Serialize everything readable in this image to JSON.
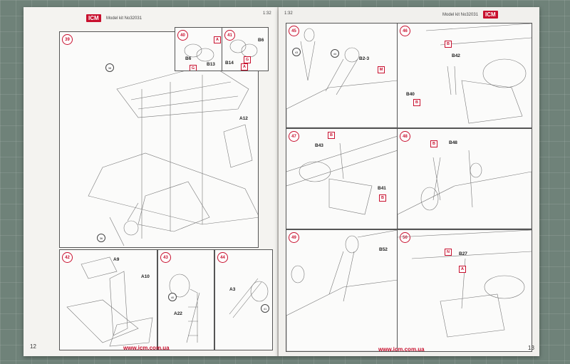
{
  "left_page": {
    "logo": "ICM",
    "model_kit": "Model kit No32031",
    "scale": "1:32",
    "page_number": "12",
    "url": "www.icm.com.ua",
    "steps": [
      {
        "num": "39",
        "labels": [
          "A12"
        ],
        "refs": [
          "38",
          "36"
        ]
      },
      {
        "num": "40",
        "labels": [
          "B6",
          "B13"
        ],
        "tags": [
          "A",
          "G"
        ]
      },
      {
        "num": "41",
        "labels": [
          "B6",
          "B14"
        ],
        "tags": [
          "G",
          "A"
        ]
      },
      {
        "num": "42",
        "labels": [
          "A9",
          "A10"
        ]
      },
      {
        "num": "43",
        "labels": [
          "A22"
        ],
        "refs": [
          "40"
        ]
      },
      {
        "num": "44",
        "labels": [
          "A3"
        ],
        "refs": [
          "41"
        ]
      }
    ]
  },
  "right_page": {
    "logo": "ICM",
    "model_kit": "Model kit No32031",
    "scale": "1:32",
    "page_number": "13",
    "url": "www.icm.com.ua",
    "steps": [
      {
        "num": "45",
        "labels": [
          "B2-3"
        ],
        "refs": [
          "43",
          "44"
        ],
        "tags": [
          "M"
        ]
      },
      {
        "num": "46",
        "labels": [
          "B42",
          "B40"
        ],
        "tags": [
          "B",
          "B"
        ]
      },
      {
        "num": "47",
        "labels": [
          "B43",
          "B41"
        ],
        "tags": [
          "B",
          "B"
        ]
      },
      {
        "num": "48",
        "labels": [
          "B48"
        ],
        "tags": [
          "B"
        ]
      },
      {
        "num": "49",
        "labels": [
          "B52"
        ]
      },
      {
        "num": "50",
        "labels": [
          "B27"
        ],
        "tags": [
          "N",
          "A"
        ]
      }
    ]
  }
}
